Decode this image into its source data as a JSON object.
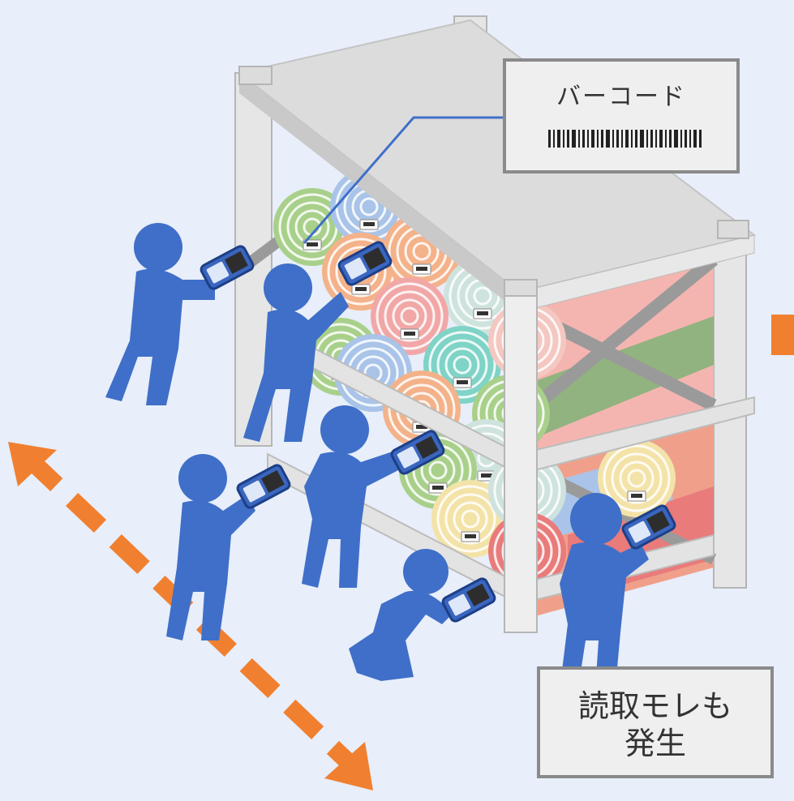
{
  "labels": {
    "barcode": "バーコード",
    "missed_line1": "読取モレも",
    "missed_line2": "発生"
  },
  "colors": {
    "background": "#e8eefa",
    "person": "#3f6fc8",
    "shelf": "#ececec",
    "shelf_edge": "#b0b0b0",
    "arrow": "#f08030",
    "callout_fill": "#efefef",
    "callout_border": "#8a8a8a"
  },
  "roll_colors": [
    "#a8d08a",
    "#f4b28a",
    "#f2a7a7",
    "#7fd3c7",
    "#a9c4e8",
    "#f4e3a8",
    "#e97b7b"
  ],
  "icons": [
    "person-with-handheld-scanner",
    "barcode-icon",
    "double-headed-arrow-icon"
  ]
}
